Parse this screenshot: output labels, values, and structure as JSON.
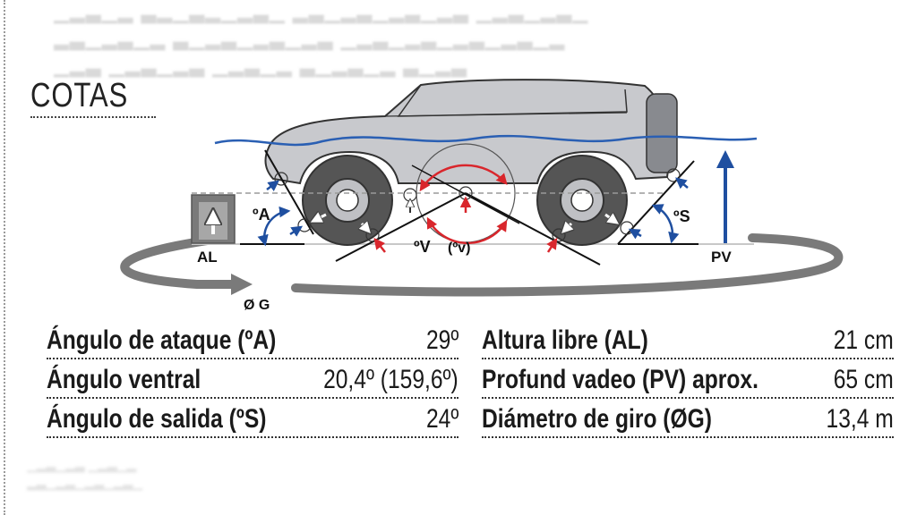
{
  "title": "COTAS",
  "diagram": {
    "label_al": "AL",
    "label_a": "ºA",
    "label_v": "ºV",
    "label_v_inner": "(ºv)",
    "label_s": "ºS",
    "label_pv": "PV",
    "label_g": "Ø G"
  },
  "colors": {
    "red_arrow": "#d9262c",
    "blue_arrow": "#1f4fa0",
    "water_line": "#2a5fb3",
    "car_body": "#c8c9cd",
    "tire": "#555555",
    "rim": "#bfc0c4"
  },
  "specs_left": [
    {
      "label": "Ángulo de ataque (ºA)",
      "value": "29º"
    },
    {
      "label": "Ángulo ventral",
      "value": "20,4º (159,6º)"
    },
    {
      "label": "Ángulo de salida (ºS)",
      "value": "24º"
    }
  ],
  "specs_right": [
    {
      "label": "Altura libre (AL)",
      "value": "21 cm"
    },
    {
      "label": "Profund vadeo (PV) aprox.",
      "value": "65 cm"
    },
    {
      "label": "Diámetro de giro (ØG)",
      "value": "13,4 m"
    }
  ]
}
